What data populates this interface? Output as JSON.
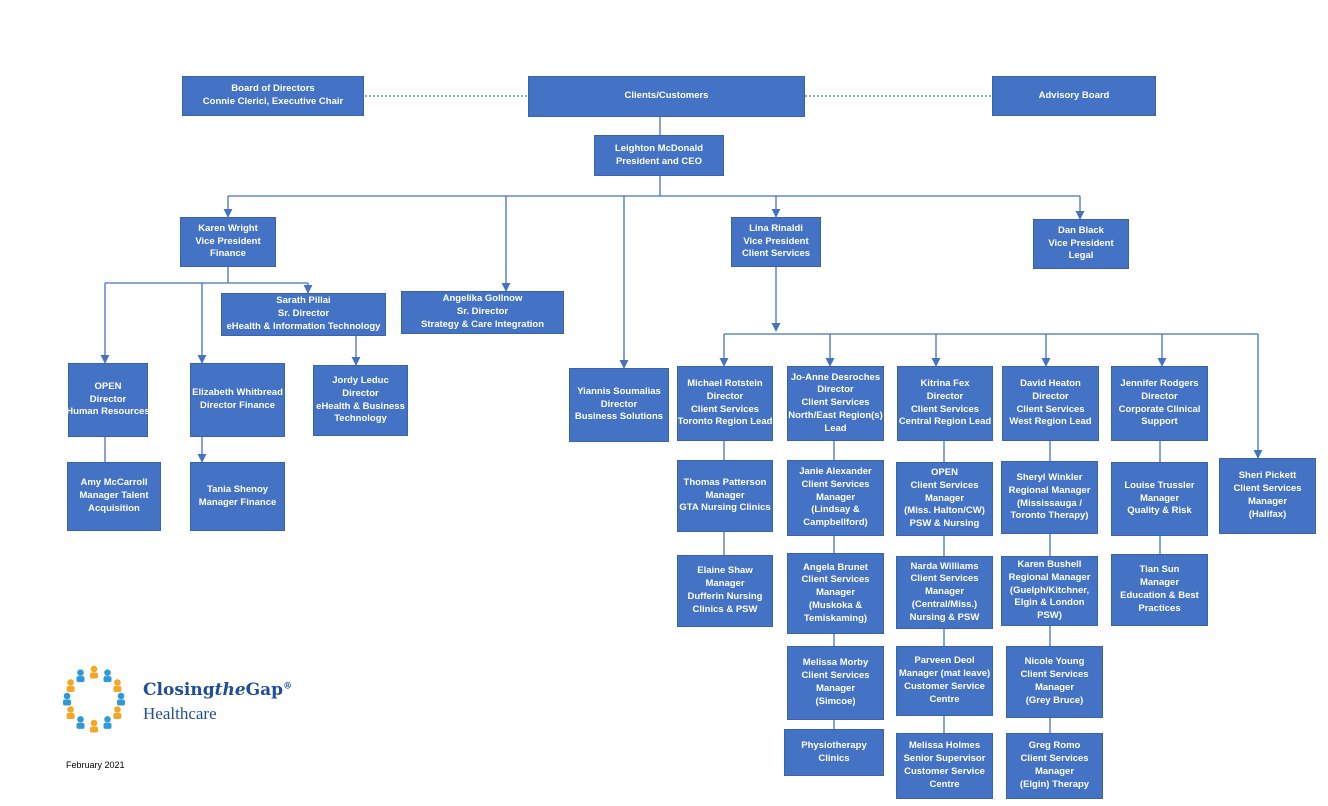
{
  "colors": {
    "box": "#4472C4",
    "line": "#4472C4",
    "text": "#FFFFFF",
    "brand": "#1F4E96"
  },
  "nodes": [
    {
      "id": "board",
      "lines": [
        "Board of Directors",
        "Connie Clerici, Executive Chair"
      ]
    },
    {
      "id": "clients",
      "lines": [
        "Clients/Customers"
      ]
    },
    {
      "id": "advisory",
      "lines": [
        "Advisory Board"
      ]
    },
    {
      "id": "ceo",
      "lines": [
        "Leighton McDonald",
        "President and CEO"
      ]
    },
    {
      "id": "karen",
      "lines": [
        "Karen Wright",
        "Vice President",
        "Finance"
      ]
    },
    {
      "id": "lina",
      "lines": [
        "Lina Rinaldi",
        "Vice President",
        "Client Services"
      ]
    },
    {
      "id": "dan",
      "lines": [
        "Dan Black",
        "Vice President",
        "Legal"
      ]
    },
    {
      "id": "sarath",
      "lines": [
        "Sarath Pillai",
        "Sr. Director",
        "eHealth & Information Technology"
      ]
    },
    {
      "id": "angelika",
      "lines": [
        "Angelika Gollnow",
        "Sr. Director",
        "Strategy & Care Integration"
      ]
    },
    {
      "id": "open_hr",
      "lines": [
        "OPEN",
        "Director",
        "Human Resources"
      ]
    },
    {
      "id": "elizabeth",
      "lines": [
        "Elizabeth Whitbread",
        "Director Finance"
      ]
    },
    {
      "id": "jordy",
      "lines": [
        "Jordy Leduc",
        "Director",
        "eHealth & Business",
        "Technology"
      ]
    },
    {
      "id": "yiannis",
      "lines": [
        "Yiannis Soumalias",
        "Director",
        "Business Solutions"
      ]
    },
    {
      "id": "michael",
      "lines": [
        "Michael Rotstein",
        "Director",
        "Client Services",
        "Toronto Region Lead"
      ]
    },
    {
      "id": "joanne",
      "lines": [
        "Jo-Anne Desroches",
        "Director",
        "Client Services",
        "North/East Region(s)",
        "Lead"
      ]
    },
    {
      "id": "kitrina",
      "lines": [
        "Kitrina Fex",
        "Director",
        "Client Services",
        "Central Region Lead"
      ]
    },
    {
      "id": "david",
      "lines": [
        "David Heaton",
        "Director",
        "Client Services",
        "West Region Lead"
      ]
    },
    {
      "id": "jennifer",
      "lines": [
        "Jennifer Rodgers",
        "Director",
        "Corporate Clinical",
        "Support"
      ]
    },
    {
      "id": "sheri",
      "lines": [
        "Sheri Pickett",
        "Client Services",
        "Manager",
        "(Halifax)"
      ]
    },
    {
      "id": "amy",
      "lines": [
        "Amy McCarroll",
        "Manager Talent",
        "Acquisition"
      ]
    },
    {
      "id": "tania",
      "lines": [
        "Tania Shenoy",
        "Manager Finance"
      ]
    },
    {
      "id": "thomas",
      "lines": [
        "Thomas Patterson",
        "Manager",
        "GTA Nursing Clinics"
      ]
    },
    {
      "id": "elaine",
      "lines": [
        "Elaine Shaw",
        "Manager",
        "Dufferin Nursing",
        "Clinics & PSW"
      ]
    },
    {
      "id": "janie",
      "lines": [
        "Janie Alexander",
        "Client Services",
        "Manager",
        "(Lindsay &",
        "Campbellford)"
      ]
    },
    {
      "id": "angela",
      "lines": [
        "Angela Brunet",
        "Client Services",
        "Manager",
        "(Muskoka &",
        "Temiskaming)"
      ]
    },
    {
      "id": "melissam",
      "lines": [
        "Melissa Morby",
        "Client Services",
        "Manager",
        "(Simcoe)"
      ]
    },
    {
      "id": "physio",
      "lines": [
        "Physiotherapy",
        "Clinics"
      ]
    },
    {
      "id": "open_cs",
      "lines": [
        "OPEN",
        "Client Services",
        "Manager",
        "(Miss. Halton/CW)",
        "PSW & Nursing"
      ]
    },
    {
      "id": "narda",
      "lines": [
        "Narda Williams",
        "Client Services",
        "Manager",
        "(Central/Miss.)",
        "Nursing & PSW"
      ]
    },
    {
      "id": "parveen",
      "lines": [
        "Parveen Deol",
        "Manager (mat leave)",
        "Customer Service",
        "Centre"
      ]
    },
    {
      "id": "melissah",
      "lines": [
        "Melissa Holmes",
        "Senior Supervisor",
        "Customer Service",
        "Centre"
      ]
    },
    {
      "id": "sheryl",
      "lines": [
        "Sheryl Winkler",
        "Regional Manager",
        "(Mississauga /",
        "Toronto Therapy)"
      ]
    },
    {
      "id": "karenb",
      "lines": [
        "Karen Bushell",
        "Regional Manager",
        "(Guelph/Kitchner,",
        "Elgin & London",
        "PSW)"
      ]
    },
    {
      "id": "nicole",
      "lines": [
        "Nicole Young",
        "Client Services",
        "Manager",
        "(Grey Bruce)"
      ]
    },
    {
      "id": "greg",
      "lines": [
        "Greg Romo",
        "Client Services",
        "Manager",
        "(Elgin) Therapy"
      ]
    },
    {
      "id": "louise",
      "lines": [
        "Louise Trussler",
        "Manager",
        "Quality & Risk"
      ]
    },
    {
      "id": "tian",
      "lines": [
        "Tian Sun",
        "Manager",
        "Education & Best",
        "Practices"
      ]
    }
  ],
  "logo": {
    "brand_closing": "Closing",
    "brand_the": "the",
    "brand_gap": "Gap",
    "brand_reg": "®",
    "brand_sub": "Healthcare"
  },
  "footer": {
    "date": "February 2021"
  }
}
